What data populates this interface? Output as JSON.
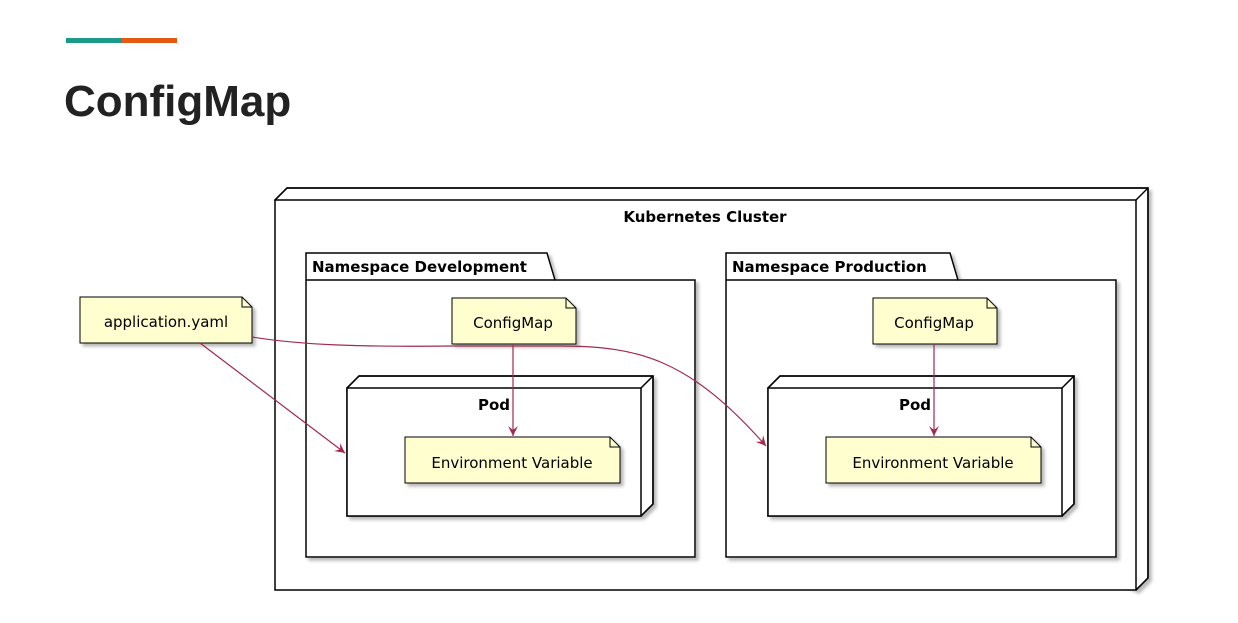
{
  "slide": {
    "title": "ConfigMap",
    "accent_colors": [
      "#1b998b",
      "#e55a12"
    ]
  },
  "diagram": {
    "cluster_label": "Kubernetes Cluster",
    "external_note": "application.yaml",
    "namespaces": [
      {
        "label": "Namespace Development",
        "configmap_note": "ConfigMap",
        "pod_label": "Pod",
        "env_note": "Environment Variable"
      },
      {
        "label": "Namespace Production",
        "configmap_note": "ConfigMap",
        "pod_label": "Pod",
        "env_note": "Environment Variable"
      }
    ],
    "colors": {
      "note_fill": "#fefece",
      "arrow": "#a3294d",
      "stroke": "#000000",
      "shadow": "#bfbfbf"
    }
  }
}
